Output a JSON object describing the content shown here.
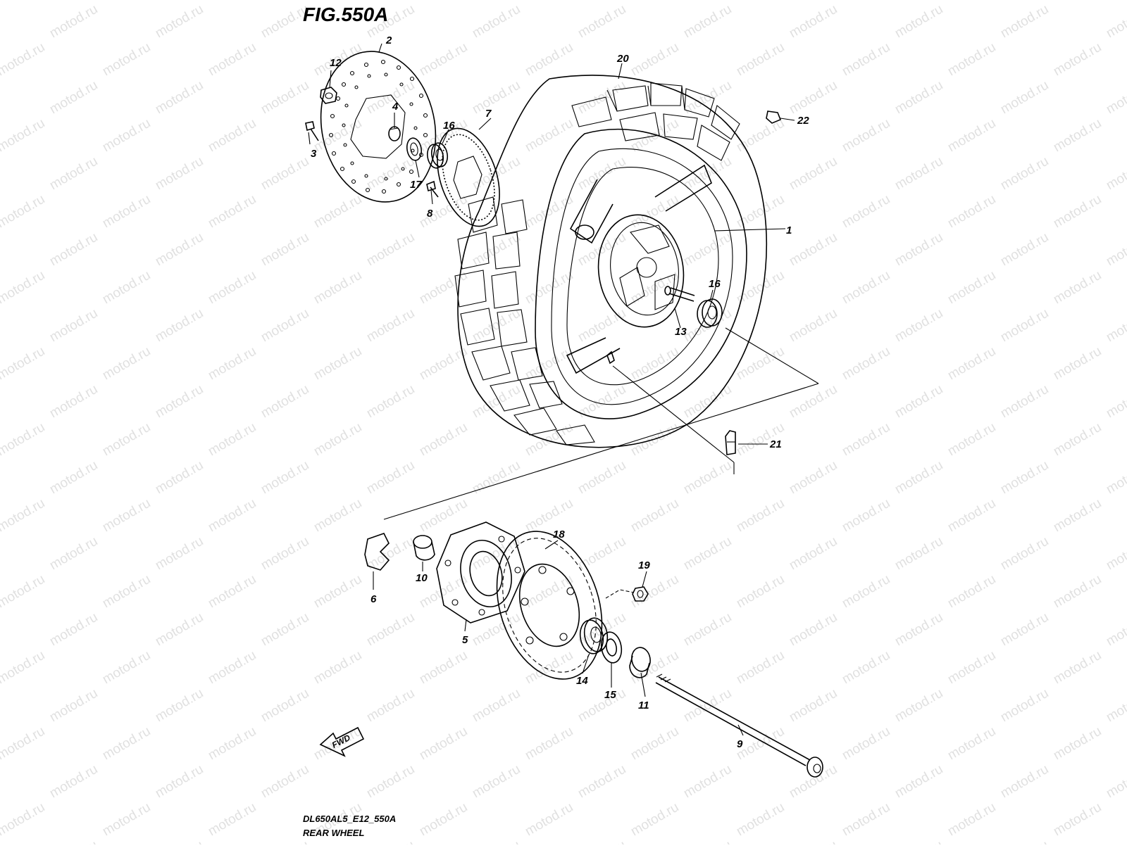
{
  "figure": {
    "title": "FIG.550A",
    "footer_code": "DL650AL5_E12_550A",
    "footer_name": "REAR WHEEL",
    "fwd_label": "FWD"
  },
  "watermark": {
    "text": "motod.ru"
  },
  "callouts": {
    "c1": "1",
    "c2": "2",
    "c3": "3",
    "c4": "4",
    "c5": "5",
    "c6": "6",
    "c7": "7",
    "c8": "8",
    "c9": "9",
    "c10": "10",
    "c11": "11",
    "c12": "12",
    "c13": "13",
    "c14": "14",
    "c15": "15",
    "c16a": "16",
    "c16b": "16",
    "c17": "17",
    "c18": "18",
    "c19": "19",
    "c20": "20",
    "c21": "21",
    "c22": "22"
  }
}
